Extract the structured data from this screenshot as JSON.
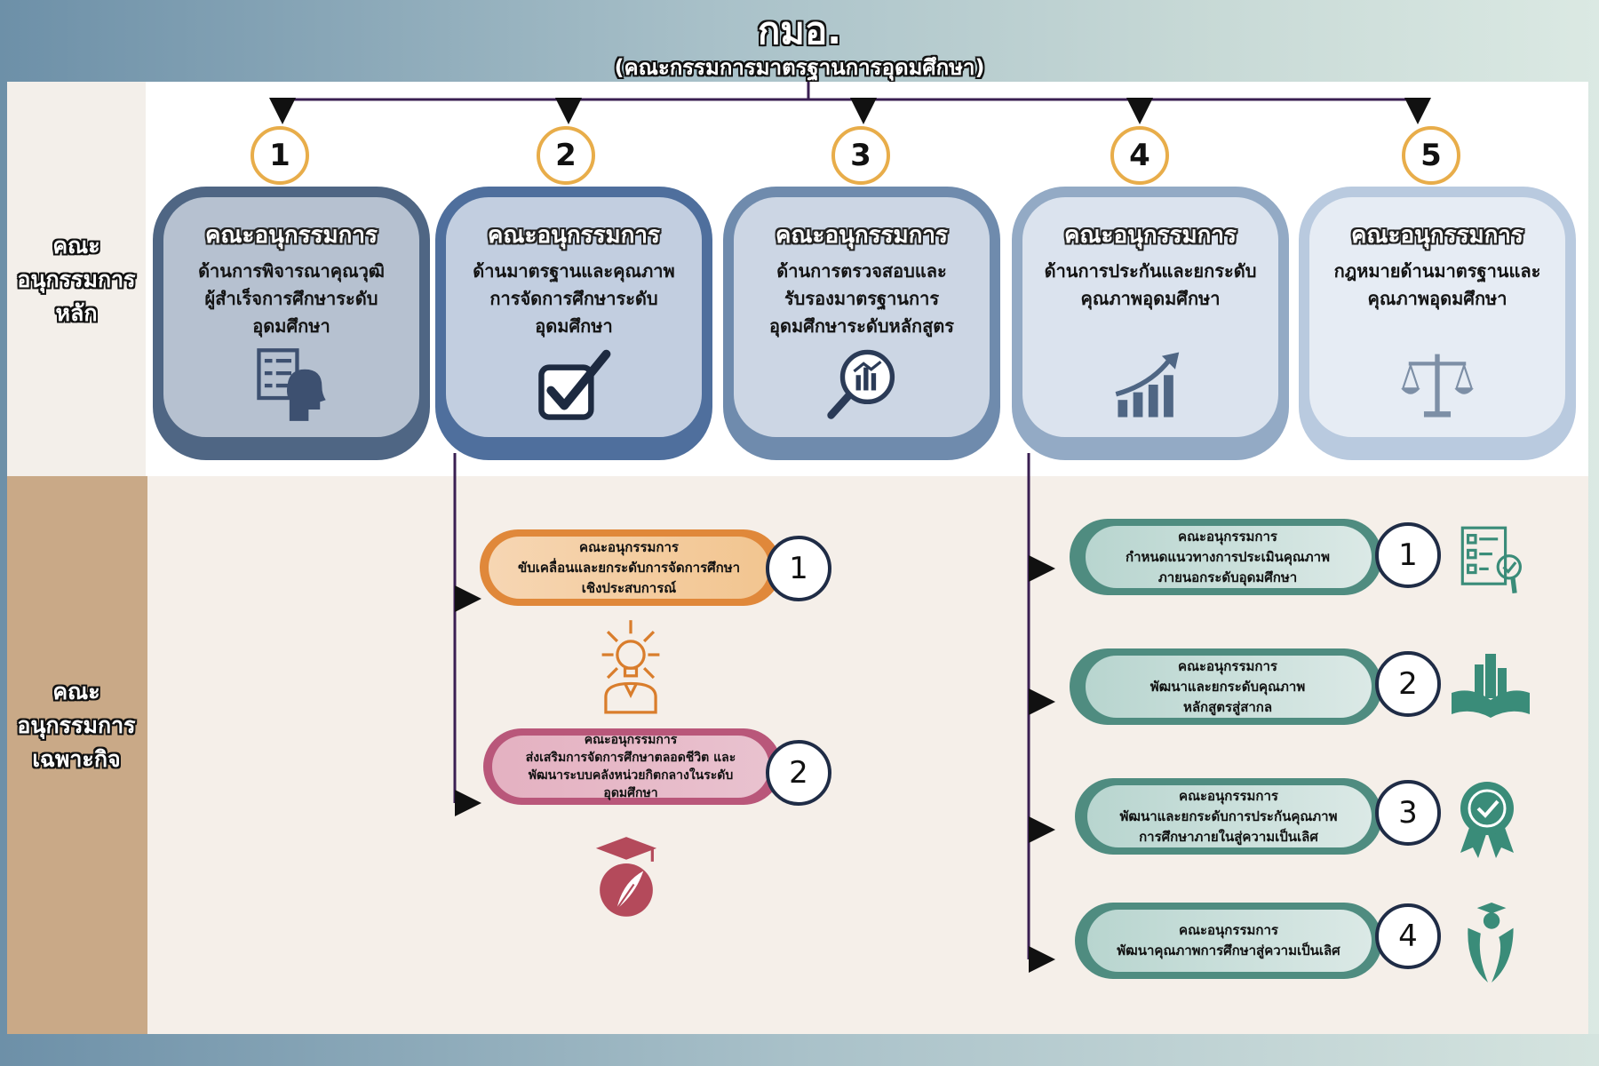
{
  "header": {
    "title": "กมอ.",
    "subtitle": "(คณะกรรมการมาตรฐานการอุดมศึกษา)"
  },
  "row_labels": {
    "main": [
      "คณะ",
      "อนุกรรมการ",
      "หลัก"
    ],
    "specific": [
      "คณะ",
      "อนุกรรมการ",
      "เฉพาะกิจ"
    ]
  },
  "main_committees": [
    {
      "number": "1",
      "title": "คณะอนุกรรมการ",
      "lines": [
        "ด้านการพิจารณาคุณวุฒิ",
        "ผู้สำเร็จการศึกษาระดับ",
        "อุดมศึกษา"
      ],
      "icon": "checklist-head-icon",
      "color": "#4f6684"
    },
    {
      "number": "2",
      "title": "คณะอนุกรรมการ",
      "lines": [
        "ด้านมาตรฐานและคุณภาพ",
        "การจัดการศึกษาระดับ",
        "อุดมศึกษา"
      ],
      "icon": "checkbox-icon",
      "color": "#4f6f9d"
    },
    {
      "number": "3",
      "title": "คณะอนุกรรมการ",
      "lines": [
        "ด้านการตรวจสอบและ",
        "รับรองมาตรฐานการ",
        "อุดมศึกษาระดับหลักสูตร"
      ],
      "icon": "magnifier-chart-icon",
      "color": "#6f8bad"
    },
    {
      "number": "4",
      "title": "คณะอนุกรรมการ",
      "lines": [
        "ด้านการประกันและยกระดับ",
        "คุณภาพอุดมศึกษา"
      ],
      "icon": "growth-chart-icon",
      "color": "#93aac5"
    },
    {
      "number": "5",
      "title": "คณะอนุกรรมการ",
      "lines": [
        "กฎหมายด้านมาตรฐานและ",
        "คุณภาพอุดมศึกษา"
      ],
      "icon": "scales-icon",
      "color": "#b9cadf"
    }
  ],
  "left_subcommittees": [
    {
      "number": "1",
      "lines": [
        "คณะอนุกรรมการ",
        "ขับเคลื่อนและยกระดับการจัดการศึกษา",
        "เชิงประสบการณ์"
      ],
      "icon": "lightbulb-person-icon",
      "color": "#e0883a"
    },
    {
      "number": "2",
      "lines": [
        "คณะอนุกรรมการ",
        "ส่งเสริมการจัดการศึกษาตลอดชีวิต และ",
        "พัฒนาระบบคลังหน่วยกิตกลางในระดับ",
        "อุดมศึกษา"
      ],
      "icon": "graduation-quill-icon",
      "color": "#b9577a"
    }
  ],
  "right_subcommittees": [
    {
      "number": "1",
      "lines": [
        "คณะอนุกรรมการ",
        "กำหนดแนวทางการประเมินคุณภาพ",
        "ภายนอกระดับอุดมศึกษา"
      ],
      "icon": "report-check-icon",
      "color": "#4f8c80"
    },
    {
      "number": "2",
      "lines": [
        "คณะอนุกรรมการ",
        "พัฒนาและยกระดับคุณภาพ",
        "หลักสูตรสู่สากล"
      ],
      "icon": "book-city-icon",
      "color": "#4f8c80"
    },
    {
      "number": "3",
      "lines": [
        "คณะอนุกรรมการ",
        "พัฒนาและยกระดับการประกันคุณภาพ",
        "การศึกษาภายในสู่ความเป็นเลิศ"
      ],
      "icon": "award-badge-icon",
      "color": "#4f8c80"
    },
    {
      "number": "4",
      "lines": [
        "คณะอนุกรรมการ",
        "พัฒนาคุณภาพการศึกษาสู่ความเป็นเลิศ"
      ],
      "icon": "graduate-person-icon",
      "color": "#4f8c80"
    }
  ]
}
